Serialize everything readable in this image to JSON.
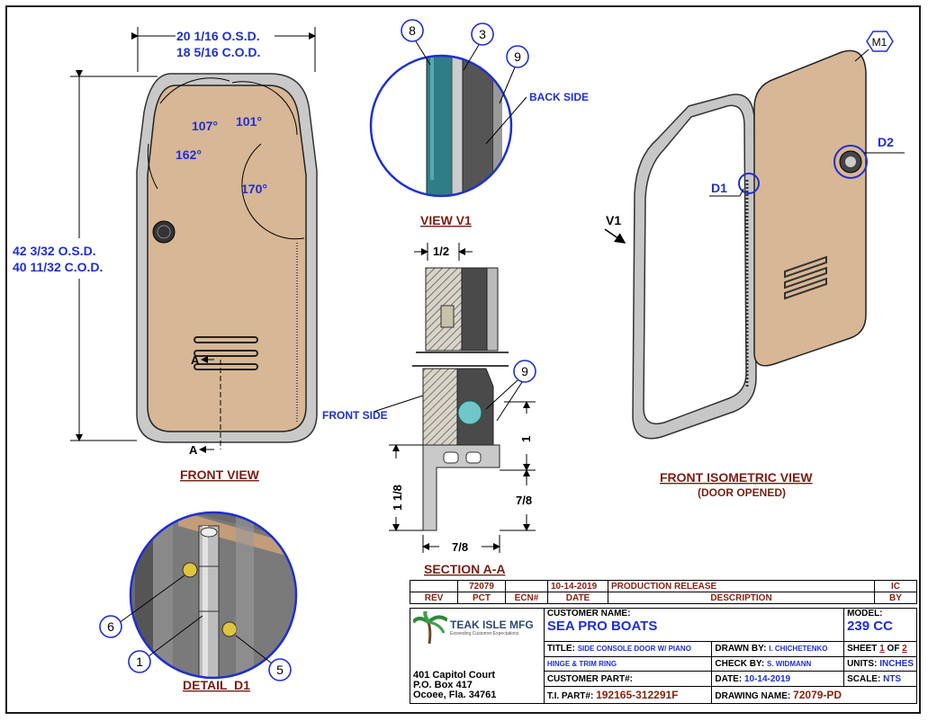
{
  "front_view": {
    "title": "FRONT VIEW",
    "width_osd": "20 1/16 O.S.D.",
    "width_cod": "18 5/16 C.O.D.",
    "height_osd": "42 3/32 O.S.D.",
    "height_cod": "40 11/32 C.O.D.",
    "angle_107": "107°",
    "angle_101": "101°",
    "angle_162": "162°",
    "angle_170": "170°",
    "section_mark_top": "A",
    "section_mark_bottom": "A"
  },
  "view_v1": {
    "title": "VIEW V1",
    "callout_8": "8",
    "callout_3": "3",
    "callout_9": "9",
    "back_side": "BACK SIDE"
  },
  "section_aa": {
    "title": "SECTION A-A",
    "dim_half": "1/2",
    "dim_1": "1",
    "dim_1_1_8": "1 1/8",
    "dim_7_8_right": "7/8",
    "dim_7_8_bottom": "7/8",
    "front_side": "FRONT SIDE",
    "callout_9": "9"
  },
  "iso_view": {
    "title": "FRONT ISOMETRIC VIEW",
    "subtitle": "(DOOR OPENED)",
    "m1": "M1",
    "d1": "D1",
    "d2": "D2",
    "v1": "V1"
  },
  "detail_d1": {
    "title": "DETAIL  D1",
    "callout_6": "6",
    "callout_1": "1",
    "callout_5": "5"
  },
  "title_block": {
    "rev_row": {
      "rev": "",
      "pct": "72079",
      "ecn": "",
      "date": "10-14-2019",
      "description": "PRODUCTION RELEASE",
      "by": "IC"
    },
    "headers": {
      "rev": "REV",
      "pct": "PCT",
      "ecn": "ECN#",
      "date": "DATE",
      "description": "DESCRIPTION",
      "by": "BY"
    },
    "company": "TEAK ISLE MFG",
    "tagline": "Exceeding Customer Expectations",
    "address_1": "401 Capitol Court",
    "address_2": "P.O. Box 417",
    "address_3": "Ocoee, Fla. 34761",
    "customer_name_label": "CUSTOMER NAME:",
    "customer_name": "SEA PRO BOATS",
    "model_label": "MODEL:",
    "model": "239 CC",
    "title_label": "TITLE:",
    "title_value": "SIDE CONSOLE DOOR W/ PIANO",
    "title_value_2": "HINGE & TRIM RING",
    "drawn_by_label": "DRAWN BY:",
    "drawn_by": "I. CHICHETENKO",
    "sheet_label": "SHEET",
    "sheet_num": "1",
    "sheet_of": "OF",
    "sheet_total": "2",
    "check_by_label": "CHECK BY:",
    "check_by": "S. WIDMANN",
    "units_label": "UNITS:",
    "units": "INCHES",
    "customer_part_label": "CUSTOMER PART#:",
    "date_label": "DATE:",
    "date": "10-14-2019",
    "scale_label": "SCALE:",
    "scale": "NTS",
    "ti_part_label": "T.I. PART#:",
    "ti_part": "192165-312291F",
    "drawing_name_label": "DRAWING NAME:",
    "drawing_name": "72079-PD"
  }
}
